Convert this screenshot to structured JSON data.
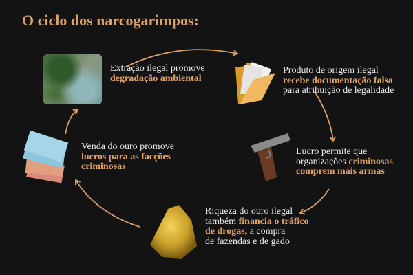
{
  "title": "O ciclo dos narcogarimpos:",
  "colors": {
    "background": "#131313",
    "accent": "#d9a06a",
    "text": "#ececec"
  },
  "steps": [
    {
      "icon": "forest-aerial-photo",
      "lines": [
        {
          "normal": "Extração ilegal promove"
        },
        {
          "highlight": "degradação ambiental"
        }
      ]
    },
    {
      "icon": "folder-documents-icon",
      "lines": [
        {
          "normal": "Produto de origem ilegal"
        },
        {
          "highlight": "recebe documentação falsa"
        },
        {
          "normal": "para atribuição de legalidade"
        }
      ]
    },
    {
      "icon": "pistol-icon",
      "lines": [
        {
          "normal": "Lucro permite que"
        },
        {
          "normal": "organizações ",
          "highlight": "criminosas"
        },
        {
          "highlight": "comprem mais armas"
        }
      ]
    },
    {
      "icon": "gold-nugget-icon",
      "lines": [
        {
          "normal": "Riqueza do ouro ilegal"
        },
        {
          "normal": "também ",
          "highlight": "financia o tráfico"
        },
        {
          "highlight": "de drogas,",
          "normal": " a compra"
        },
        {
          "normal": "de fazendas e de gado"
        }
      ]
    },
    {
      "icon": "banknotes-icon",
      "lines": [
        {
          "normal": "Venda do ouro promove"
        },
        {
          "highlight": "lucros para as facções"
        },
        {
          "highlight": "criminosas"
        }
      ]
    }
  ]
}
